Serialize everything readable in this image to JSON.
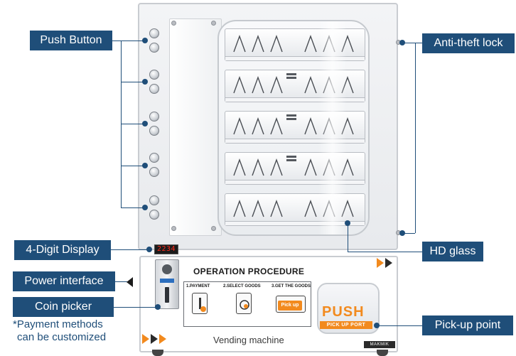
{
  "labels": {
    "push_button": "Push Button",
    "anti_theft_lock": "Anti-theft lock",
    "four_digit_display": "4-Digit Display",
    "power_interface": "Power interface",
    "coin_picker": "Coin picker",
    "hd_glass": "HD glass",
    "pick_up_point": "Pick-up point"
  },
  "note": {
    "line1": "*Payment methods",
    "line2": "can be customized"
  },
  "machine": {
    "display_value": "2234",
    "procedure_title": "OPERATION PROCEDURE",
    "steps": [
      "1.PAYMENT",
      "2.SELECT GOODS",
      "3.GET THE GOODS"
    ],
    "pickup_chip": "Pick up",
    "name": "Vending machine",
    "push_word": "PUSH",
    "push_sub": "PICK UP PORT",
    "brand": "MAKMIK"
  },
  "colors": {
    "label_bg": "#1f4e79",
    "accent_orange": "#f28a1e"
  },
  "icons": [
    "coin-slot-icon",
    "push-button-icon",
    "pickup-tray-icon",
    "chevron-icon"
  ]
}
